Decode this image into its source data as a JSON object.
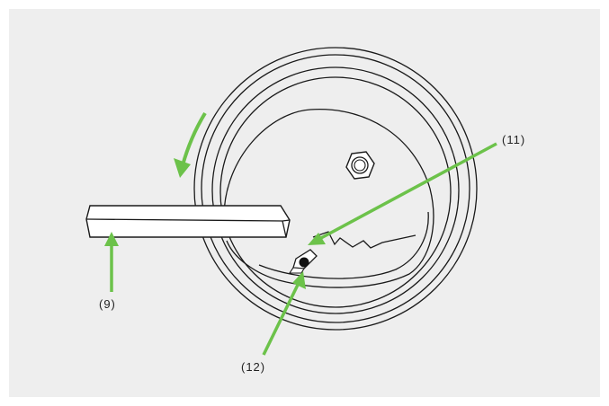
{
  "labels": {
    "handle": "(9)",
    "pawl": "(11)",
    "pin": "(12)"
  },
  "colors": {
    "background": "#eeeeee",
    "line": "#1a1a1a",
    "arrow": "#6cc24a",
    "fill": "#ffffff"
  },
  "icons": {
    "rotation": "curved-arrow-counterclockwise"
  }
}
